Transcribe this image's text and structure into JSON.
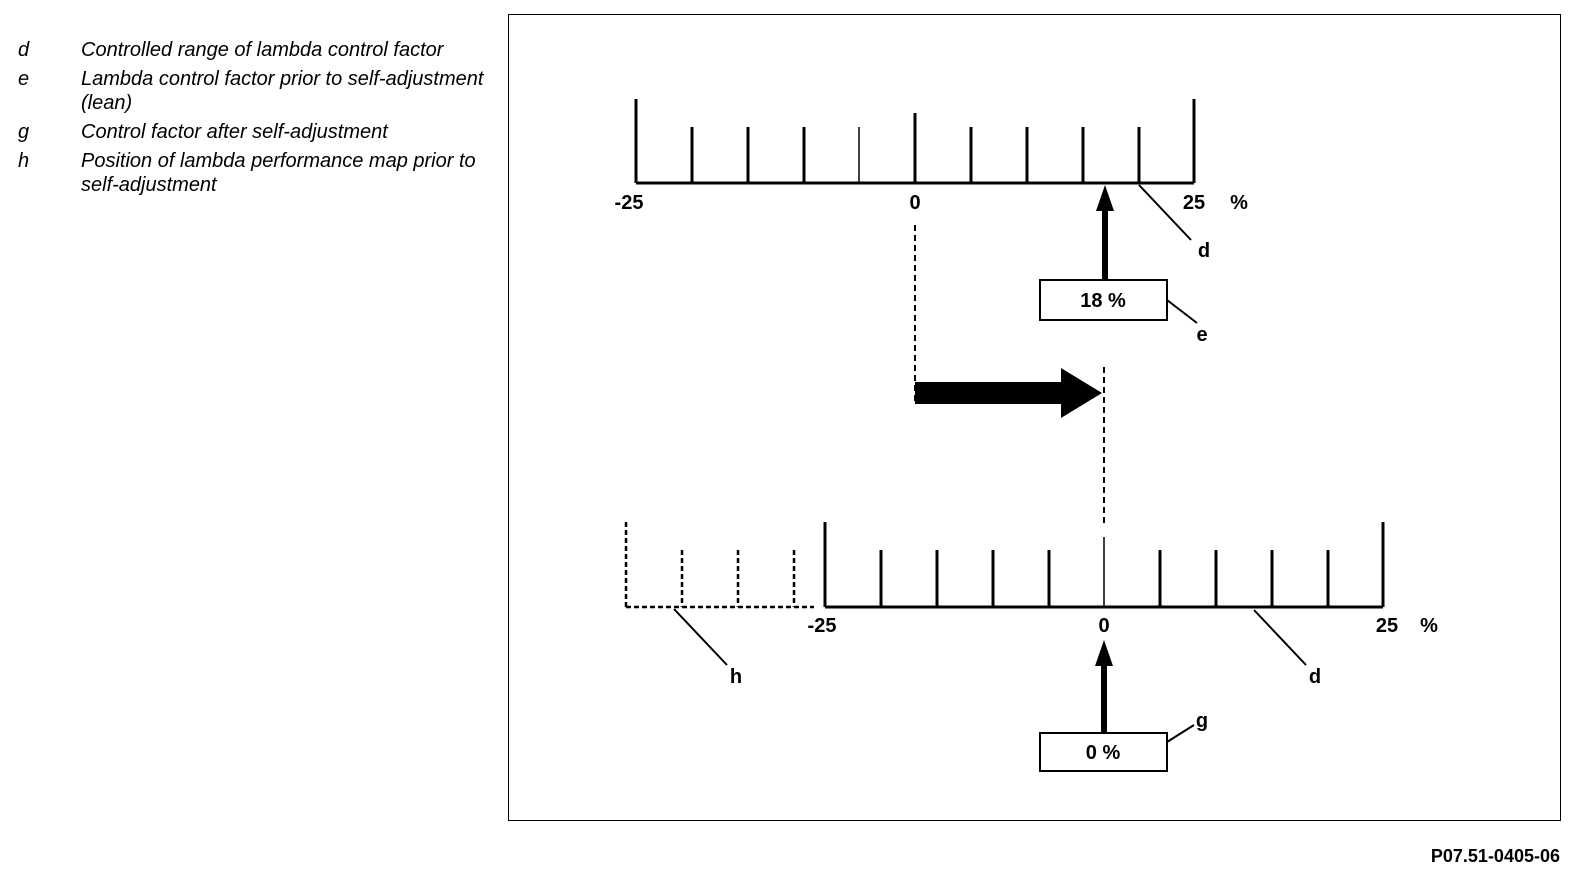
{
  "legend": [
    {
      "key": "d",
      "text": "Controlled range of lambda control factor"
    },
    {
      "key": "e",
      "text": "Lambda control factor prior to self-adjustment (lean)"
    },
    {
      "key": "g",
      "text": "Control factor after self-adjustment"
    },
    {
      "key": "h",
      "text": "Position of lambda performance map prior to self-adjustment"
    }
  ],
  "scale_top": {
    "min_label": "-25",
    "zero_label": "0",
    "max_label": "25",
    "unit": "%",
    "callout": "d"
  },
  "box_top": {
    "value": "18 %",
    "callout": "e"
  },
  "scale_bottom": {
    "min_label": "-25",
    "zero_label": "0",
    "max_label": "25",
    "unit": "%",
    "callout": "d"
  },
  "map_old": {
    "callout": "h"
  },
  "box_bottom": {
    "value": "0 %",
    "callout": "g"
  },
  "reference": "P07.51-0405-06"
}
